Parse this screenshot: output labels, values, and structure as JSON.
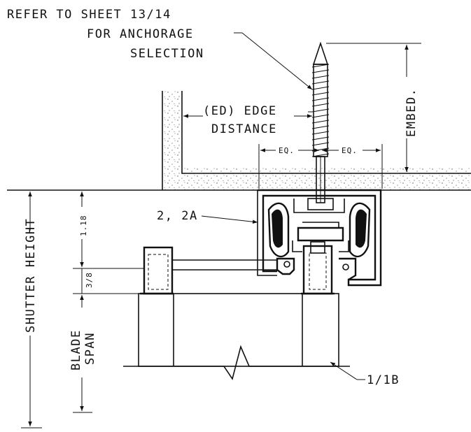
{
  "labels": {
    "refer_line1": "REFER TO SHEET 13/14",
    "refer_line2": "FOR ANCHORAGE",
    "refer_line3": "SELECTION",
    "edge_line1": "(ED) EDGE",
    "edge_line2": "DISTANCE",
    "embed": "EMBED.",
    "eq_left": "EQ.",
    "eq_right": "EQ.",
    "part_header": "2, 2A",
    "dim_118": "1.18",
    "dim_38": "3/8",
    "shutter_height": "SHUTTER HEIGHT",
    "blade_line1": "BLADE",
    "blade_line2": "SPAN",
    "part_blade": "1/1B"
  }
}
